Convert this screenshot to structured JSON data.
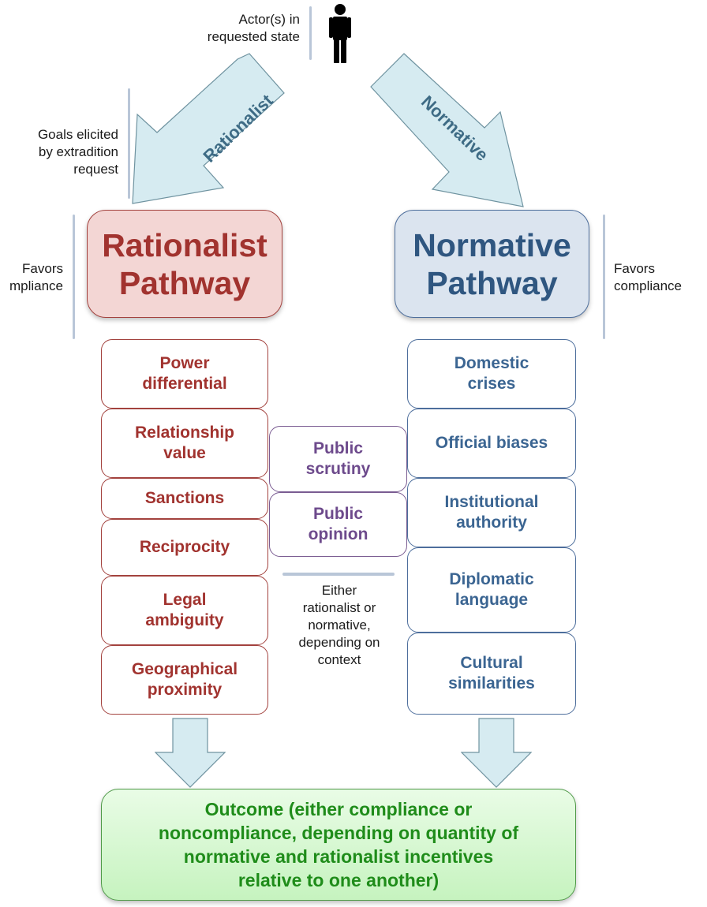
{
  "top_note": {
    "line1": "Actor(s) in",
    "line2": "requested state"
  },
  "arrows": {
    "left_label": "Rationalist",
    "right_label": "Normative"
  },
  "goals_note": {
    "line1": "Goals elicited",
    "line2": "by extradition",
    "line3": "request"
  },
  "left_side_note": {
    "line1": "Favors",
    "line2": "mpliance"
  },
  "right_side_note": {
    "line1": "Favors",
    "line2": "compliance"
  },
  "rationalist": {
    "title_line1": "Rationalist",
    "title_line2": "Pathway",
    "factors": [
      {
        "line1": "Power",
        "line2": "differential"
      },
      {
        "line1": "Relationship",
        "line2": "value"
      },
      {
        "line1": "Sanctions",
        "line2": ""
      },
      {
        "line1": "Reciprocity",
        "line2": ""
      },
      {
        "line1": "Legal",
        "line2": "ambiguity"
      },
      {
        "line1": "Geographical",
        "line2": "proximity"
      }
    ]
  },
  "normative": {
    "title_line1": "Normative",
    "title_line2": "Pathway",
    "factors": [
      {
        "line1": "Domestic",
        "line2": "crises"
      },
      {
        "line1": "Official biases",
        "line2": ""
      },
      {
        "line1": "Institutional",
        "line2": "authority"
      },
      {
        "line1": "Diplomatic",
        "line2": "language"
      },
      {
        "line1": "Cultural",
        "line2": "similarities"
      }
    ]
  },
  "shared": {
    "factors": [
      {
        "line1": "Public",
        "line2": "scrutiny"
      },
      {
        "line1": "Public",
        "line2": "opinion"
      }
    ],
    "note": {
      "line1": "Either",
      "line2": "rationalist or",
      "line3": "normative,",
      "line4": "depending on",
      "line5": "context"
    }
  },
  "outcome": {
    "line1": "Outcome (either compliance or",
    "line2": "noncompliance, depending on quantity of",
    "line3": "normative and rationalist incentives",
    "line4": "relative to one another)"
  },
  "colors": {
    "rationalist": "#a1332f",
    "normative": "#3b6592",
    "shared": "#6d4a8c",
    "outcome": "#1f8c1a",
    "arrow_fill": "#d6ebf1"
  }
}
